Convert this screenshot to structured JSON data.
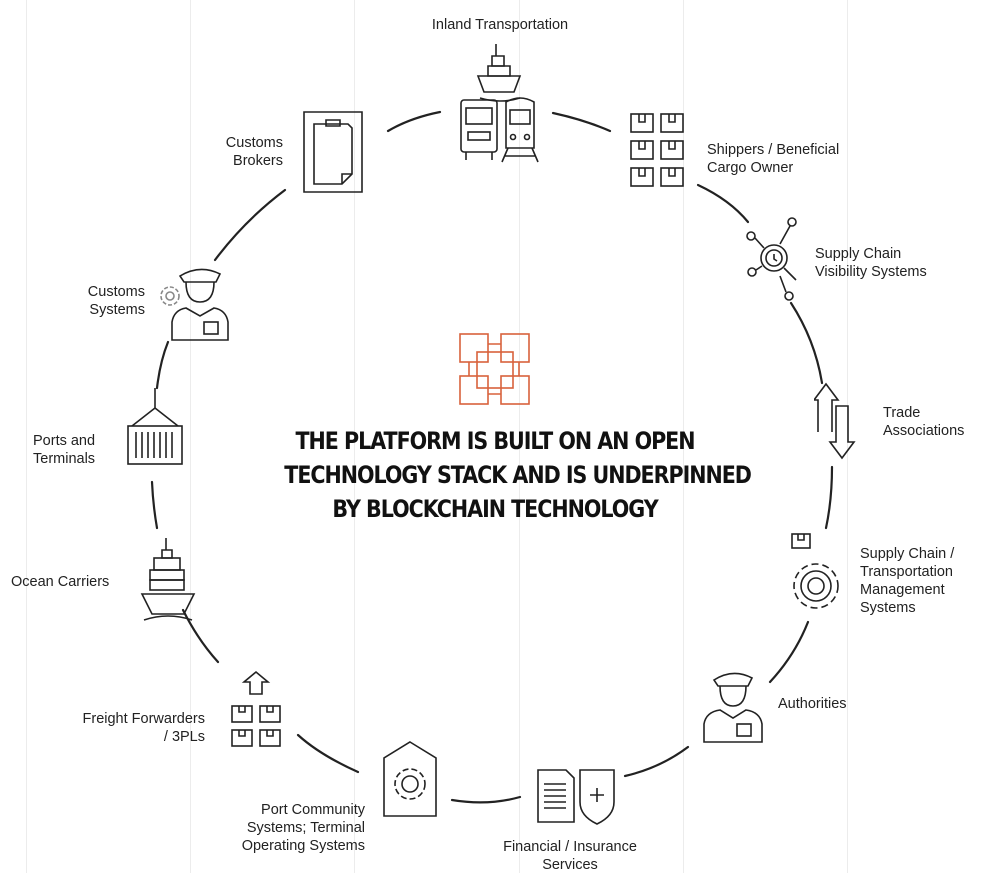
{
  "headline": {
    "line1": "THE PLATFORM IS BUILT ON AN OPEN",
    "line2": "TECHNOLOGY STACK AND IS UNDERPINNED",
    "line3": "BY BLOCKCHAIN TECHNOLOGY"
  },
  "accent_color": "#d9623c",
  "nodes": {
    "inland": {
      "line1": "Inland Transportation",
      "icon": "ship-bus-train-icon"
    },
    "shippers": {
      "line1": "Shippers / Beneficial",
      "line2": "Cargo Owner",
      "icon": "package-grid-icon"
    },
    "visibility": {
      "line1": "Supply Chain",
      "line2": "Visibility Systems",
      "icon": "magnifier-network-icon"
    },
    "trade": {
      "line1": "Trade",
      "line2": "Associations",
      "icon": "up-down-arrows-icon"
    },
    "tms": {
      "line1": "Supply Chain /",
      "line2": "Transportation",
      "line3": "Management",
      "line4": "Systems",
      "icon": "gear-package-icon"
    },
    "authorities": {
      "line1": "Authorities",
      "icon": "officer-icon"
    },
    "financial": {
      "line1": "Financial / Insurance",
      "line2": "Services",
      "icon": "document-shield-icon"
    },
    "port_community": {
      "line1": "Port Community",
      "line2": "Systems; Terminal",
      "line3": "Operating Systems",
      "icon": "gear-tag-icon"
    },
    "freight": {
      "line1": "Freight Forwarders",
      "line2": "/ 3PLs",
      "icon": "packages-arrow-icon"
    },
    "ocean": {
      "line1": "Ocean Carriers",
      "icon": "cargo-ship-icon"
    },
    "ports": {
      "line1": "Ports and",
      "line2": "Terminals",
      "icon": "crane-container-icon"
    },
    "customs_systems": {
      "line1": "Customs",
      "line2": "Systems",
      "icon": "officer-gear-icon"
    },
    "customs_brokers": {
      "line1": "Customs",
      "line2": "Brokers",
      "icon": "clipboard-icon"
    }
  }
}
